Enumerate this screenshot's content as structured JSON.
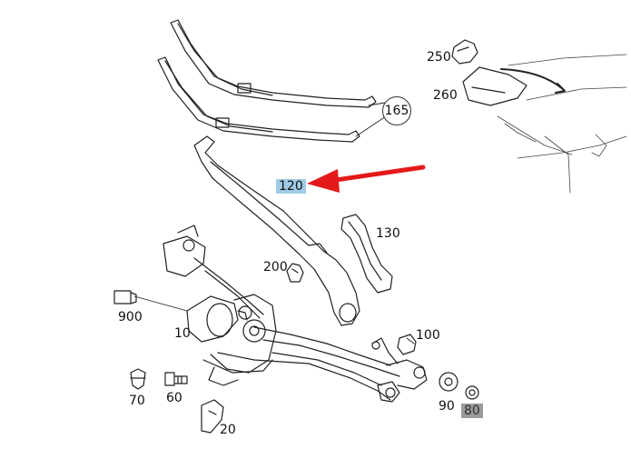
{
  "diagram": {
    "highlight_colors": {
      "selected": "#9fcbe6",
      "muted": "#9a9a9a",
      "arrow": "#e41a1a"
    },
    "labels": {
      "p165": "165",
      "p250": "250",
      "p260": "260",
      "p120": "120",
      "p130": "130",
      "p200": "200",
      "p900": "900",
      "p10": "10",
      "p100": "100",
      "p70": "70",
      "p60": "60",
      "p90": "90",
      "p80": "80",
      "p20": "20"
    },
    "selected_part": "120",
    "icons": [
      "wiper-blade-icon",
      "wiper-arm-icon",
      "linkage-icon",
      "motor-icon",
      "arrow-icon"
    ]
  }
}
